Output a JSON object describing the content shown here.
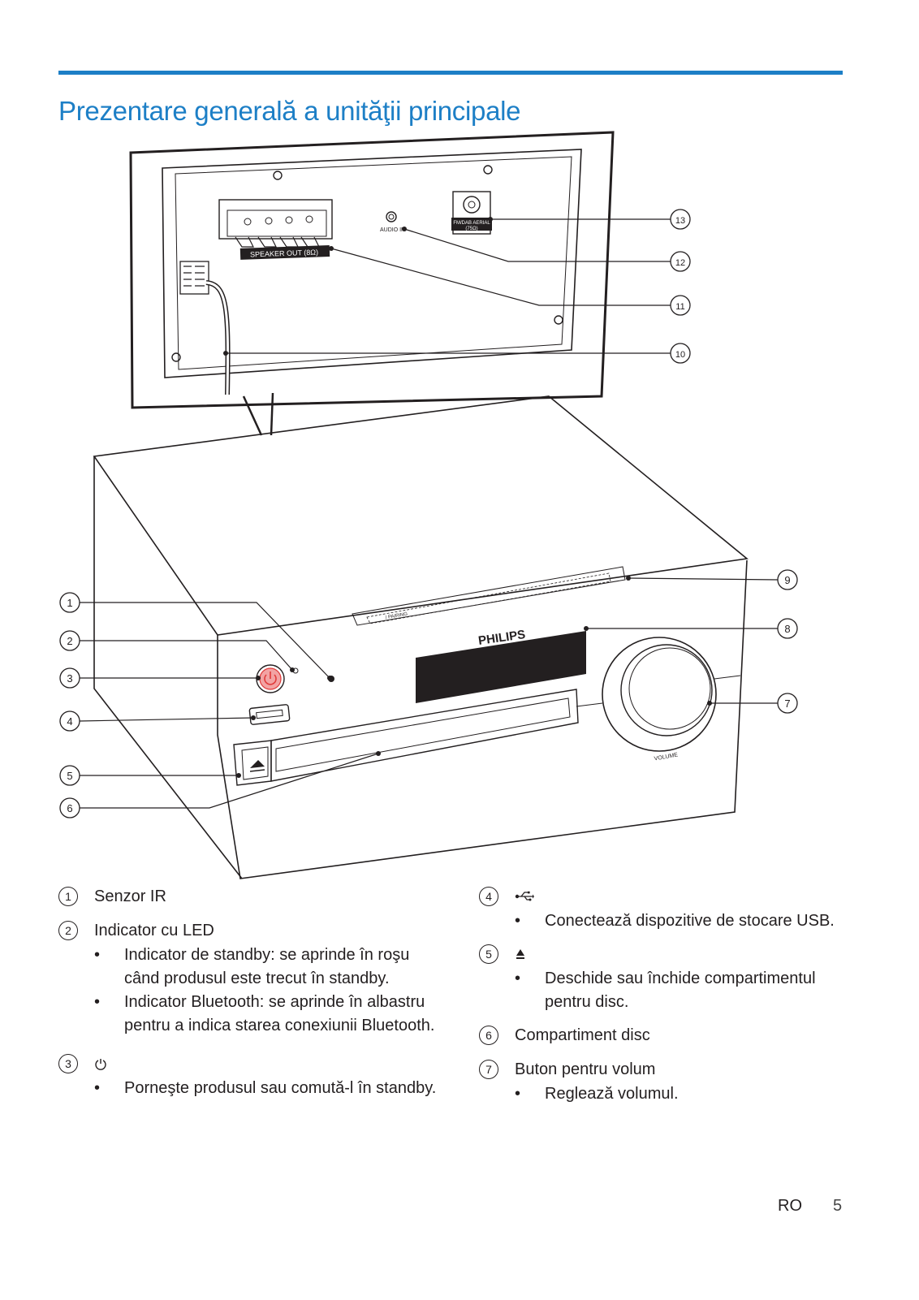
{
  "page": {
    "title": "Prezentare generală a unităţii principale",
    "accent_color": "#1d7fc6",
    "footer_lang": "RO",
    "footer_page": "5"
  },
  "diagram": {
    "callouts": [
      "1",
      "2",
      "3",
      "4",
      "5",
      "6",
      "7",
      "8",
      "9",
      "10",
      "11",
      "12",
      "13"
    ],
    "panel_labels": {
      "speaker_out": "SPEAKER OUT (8Ω)",
      "audio_in": "AUDIO IN",
      "fm_aerial": "FM/DAB AERIAL",
      "fm_aerial_ohm": "(75Ω)",
      "brand": "PHILIPS",
      "volume": "VOLUME",
      "pairing": "/ PAIRING"
    }
  },
  "legend": {
    "left": [
      {
        "num": "1",
        "label": "Senzor IR",
        "bullets": []
      },
      {
        "num": "2",
        "label": "Indicator cu LED",
        "bullets": [
          "Indicator de standby: se aprinde în roşu când produsul este trecut în standby.",
          "Indicator Bluetooth: se aprinde în albastru pentru a indica starea conexiunii Bluetooth."
        ]
      },
      {
        "num": "3",
        "icon": "power-icon",
        "bullets": [
          "Porneşte produsul sau comută-l în standby."
        ]
      }
    ],
    "right": [
      {
        "num": "4",
        "icon": "usb-icon",
        "bullets": [
          "Conectează dispozitive de stocare USB."
        ]
      },
      {
        "num": "5",
        "icon": "eject-icon",
        "bullets": [
          "Deschide sau închide compartimentul pentru disc."
        ]
      },
      {
        "num": "6",
        "label": "Compartiment disc",
        "bullets": []
      },
      {
        "num": "7",
        "label": "Buton pentru volum",
        "bullets": [
          "Reglează volumul."
        ]
      }
    ]
  }
}
